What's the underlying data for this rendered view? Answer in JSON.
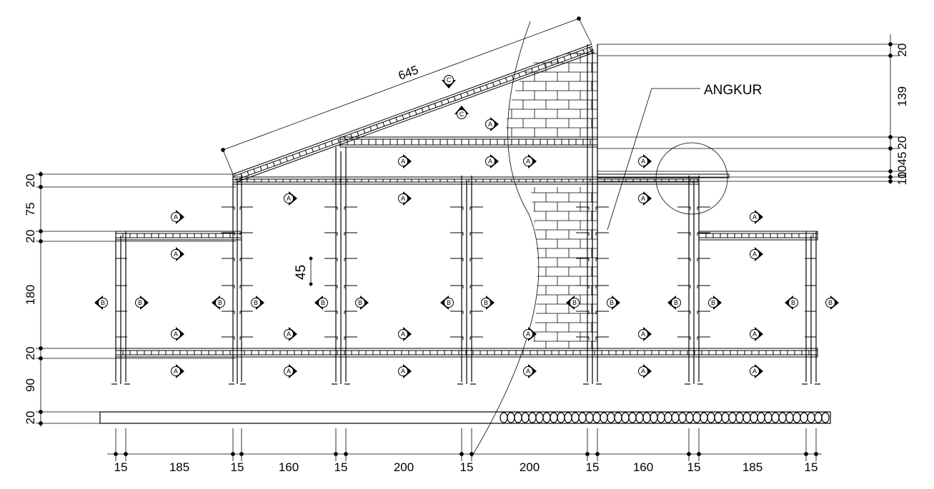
{
  "annotations": {
    "anchor_label": "ANGKUR",
    "slope_length": "645",
    "rebar_spacing": "45"
  },
  "bottom_dimensions": [
    "15",
    "185",
    "15",
    "160",
    "15",
    "200",
    "15",
    "200",
    "15",
    "160",
    "15",
    "185",
    "15"
  ],
  "left_dimensions": [
    "20",
    "75",
    "20",
    "180",
    "20",
    "90",
    "20"
  ],
  "right_dimensions": [
    "20",
    "139",
    "20",
    "10",
    "45",
    "10"
  ],
  "section_marks": {
    "a": "A",
    "b": "B",
    "c": "C"
  },
  "colors": {
    "line": "#000000",
    "background": "#ffffff"
  }
}
